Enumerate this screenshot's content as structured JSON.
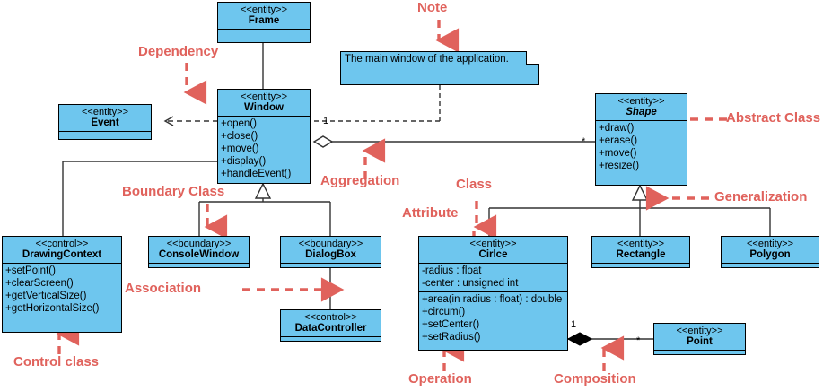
{
  "diagram": {
    "title": "UML Class Diagram",
    "colors": {
      "class_fill": "#6ec6ee",
      "class_border": "#000000",
      "annotation": "#e0625c",
      "line": "#333333",
      "background": "#ffffff"
    }
  },
  "classes": [
    {
      "id": "frame",
      "stereotype": "<<entity>>",
      "name": "Frame",
      "abstract": false,
      "attributes": [],
      "operations": []
    },
    {
      "id": "window",
      "stereotype": "<<entity>>",
      "name": "Window",
      "abstract": false,
      "attributes": [],
      "operations": [
        "+open()",
        "+close()",
        "+move()",
        "+display()",
        "+handleEvent()"
      ]
    },
    {
      "id": "event",
      "stereotype": "<<entity>>",
      "name": "Event",
      "abstract": false,
      "attributes": [],
      "operations": []
    },
    {
      "id": "shape",
      "stereotype": "<<entity>>",
      "name": "Shape",
      "abstract": true,
      "attributes": [],
      "operations": [
        "+draw()",
        "+erase()",
        "+move()",
        "+resize()"
      ]
    },
    {
      "id": "drawingcontext",
      "stereotype": "<<control>>",
      "name": "DrawingContext",
      "abstract": false,
      "attributes": [],
      "operations": [
        "+setPoint()",
        "+clearScreen()",
        "+getVerticalSize()",
        "+getHorizontalSize()"
      ]
    },
    {
      "id": "consolewindow",
      "stereotype": "<<boundary>>",
      "name": "ConsoleWindow",
      "abstract": false,
      "attributes": [],
      "operations": []
    },
    {
      "id": "dialogbox",
      "stereotype": "<<boundary>>",
      "name": "DialogBox",
      "abstract": false,
      "attributes": [],
      "operations": []
    },
    {
      "id": "datacontroller",
      "stereotype": "<<control>>",
      "name": "DataController",
      "abstract": false,
      "attributes": [],
      "operations": []
    },
    {
      "id": "circle",
      "stereotype": "<<entity>>",
      "name": "Cirlce",
      "abstract": false,
      "attributes": [
        "-radius : float",
        "-center : unsigned int"
      ],
      "operations": [
        "+area(in radius : float) : double",
        "+circum()",
        "+setCenter()",
        "+setRadius()"
      ]
    },
    {
      "id": "rectangle",
      "stereotype": "<<entity>>",
      "name": "Rectangle",
      "abstract": false,
      "attributes": [],
      "operations": []
    },
    {
      "id": "polygon",
      "stereotype": "<<entity>>",
      "name": "Polygon",
      "abstract": false,
      "attributes": [],
      "operations": []
    },
    {
      "id": "point",
      "stereotype": "<<entity>>",
      "name": "Point",
      "abstract": false,
      "attributes": [],
      "operations": []
    }
  ],
  "note": {
    "text": "The main window of the application."
  },
  "annotations": [
    {
      "id": "note",
      "label": "Note"
    },
    {
      "id": "dependency",
      "label": "Dependency"
    },
    {
      "id": "abstract-class",
      "label": "Abstract Class"
    },
    {
      "id": "aggregation",
      "label": "Aggregation"
    },
    {
      "id": "boundary-class",
      "label": "Boundary Class"
    },
    {
      "id": "class",
      "label": "Class"
    },
    {
      "id": "generalization",
      "label": "Generalization"
    },
    {
      "id": "attribute",
      "label": "Attribute"
    },
    {
      "id": "association",
      "label": "Association"
    },
    {
      "id": "control-class",
      "label": "Control class"
    },
    {
      "id": "operation",
      "label": "Operation"
    },
    {
      "id": "composition",
      "label": "Composition"
    }
  ],
  "multiplicities": [
    {
      "id": "window-shape-source",
      "label": "1"
    },
    {
      "id": "window-shape-target",
      "label": "*"
    },
    {
      "id": "circle-point-source",
      "label": "1"
    },
    {
      "id": "circle-point-target",
      "label": "*"
    }
  ]
}
